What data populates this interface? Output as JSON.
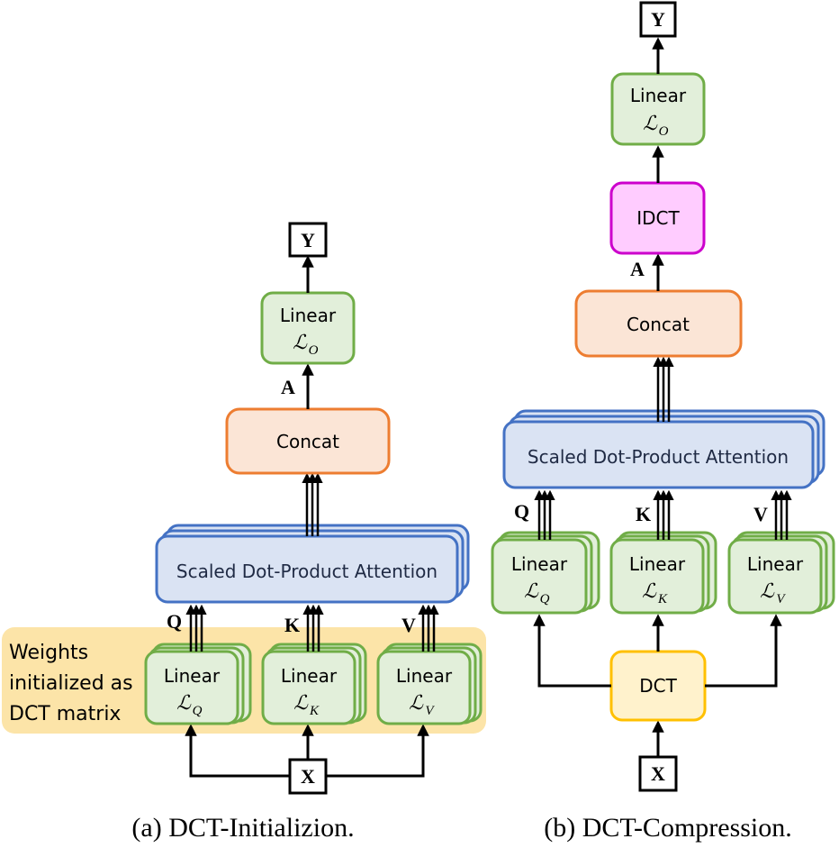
{
  "diagram_a": {
    "caption": "(a) DCT-Initializion.",
    "note_lines": [
      "Weights",
      "initialized as",
      "DCT matrix"
    ],
    "input_label": "X",
    "output_label": "Y",
    "linear_q": {
      "title": "Linear",
      "sub": "ℒ",
      "subscript": "Q"
    },
    "linear_k": {
      "title": "Linear",
      "sub": "ℒ",
      "subscript": "K"
    },
    "linear_v": {
      "title": "Linear",
      "sub": "ℒ",
      "subscript": "V"
    },
    "q_label": "Q",
    "k_label": "K",
    "v_label": "V",
    "attention_label": "Scaled Dot-Product Attention",
    "concat_label": "Concat",
    "a_label": "A",
    "linear_o": {
      "title": "Linear",
      "sub": "ℒ",
      "subscript": "O"
    }
  },
  "diagram_b": {
    "caption": "(b) DCT-Compression.",
    "input_label": "X",
    "dct_label": "DCT",
    "linear_q": {
      "title": "Linear",
      "sub": "ℒ",
      "subscript": "Q"
    },
    "linear_k": {
      "title": "Linear",
      "sub": "ℒ",
      "subscript": "K"
    },
    "linear_v": {
      "title": "Linear",
      "sub": "ℒ",
      "subscript": "V"
    },
    "q_label": "Q",
    "k_label": "K",
    "v_label": "V",
    "attention_label": "Scaled Dot-Product Attention",
    "concat_label": "Concat",
    "a_label": "A",
    "idct_label": "IDCT",
    "linear_o": {
      "title": "Linear",
      "sub": "ℒ",
      "subscript": "O"
    },
    "output_label": "Y"
  },
  "colors": {
    "green_fill": "#e2efda",
    "green_stroke": "#70ad47",
    "blue_fill": "#dae3f3",
    "blue_stroke": "#4472c4",
    "orange_fill": "#fbe5d6",
    "orange_stroke": "#ed7d31",
    "magenta_fill": "#ffccff",
    "magenta_stroke": "#cc00cc",
    "yellow_fill": "#fff2cc",
    "yellow_stroke": "#ffc000",
    "note_bg": "#fce4a8"
  }
}
